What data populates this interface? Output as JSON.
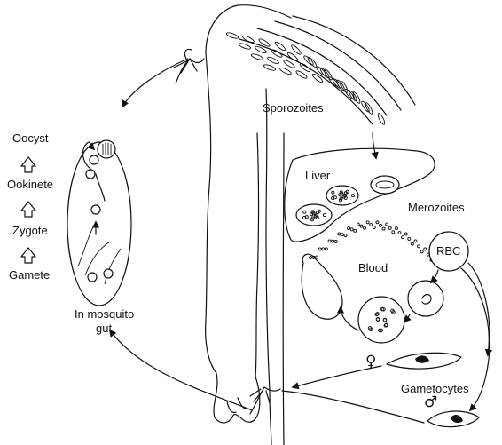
{
  "labels": {
    "oocyst": "Oocyst",
    "ookinete": "Ookinete",
    "zygote": "Zygote",
    "gamete": "Gamete",
    "in_mosquito_gut": "In mosquito",
    "gut": "gut",
    "sporozoites": "Sporozoites",
    "liver": "Liver",
    "merozoites": "Merozoites",
    "rbc": "RBC",
    "blood": "Blood",
    "gametocytes": "Gametocytes"
  },
  "symbols": {
    "female": "♀",
    "male": "♂"
  }
}
